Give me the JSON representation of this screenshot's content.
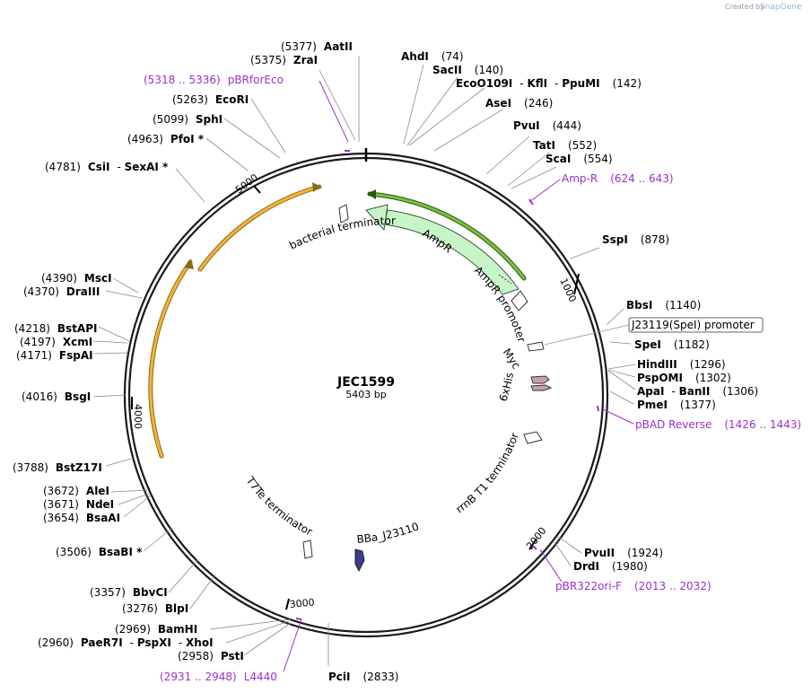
{
  "credit": "Created by",
  "credit_brand": "SnapGene",
  "plasmid": {
    "name": "JEC1599",
    "length_label": "5403 bp",
    "length": 5403
  },
  "colors": {
    "amp_fill": "#c8f5c8",
    "orange_arrow": "#f2b437",
    "green_arrow": "#3f8a14",
    "primer": "#9b30d0",
    "myc": "#c9a0aa",
    "promoter_dark": "#3c3c90"
  },
  "ticks": [
    {
      "label": "1000"
    },
    {
      "label": "2000"
    },
    {
      "label": "3000"
    },
    {
      "label": "4000"
    },
    {
      "label": "5000"
    }
  ],
  "sites": [
    {
      "name": "AatII",
      "pos": "(5377)"
    },
    {
      "name": "ZraI",
      "pos": "(5375)"
    },
    {
      "name": "AhdI",
      "pos": "(74)"
    },
    {
      "name": "SacII",
      "pos": "(140)"
    },
    {
      "name": "EcoO109I",
      "pos": "(142)",
      "extra": [
        "KflI",
        "PpuMI"
      ]
    },
    {
      "name": "AseI",
      "pos": "(246)"
    },
    {
      "name": "PvuI",
      "pos": "(444)"
    },
    {
      "name": "TatI",
      "pos": "(552)"
    },
    {
      "name": "ScaI",
      "pos": "(554)"
    },
    {
      "name": "SspI",
      "pos": "(878)"
    },
    {
      "name": "BbsI",
      "pos": "(1140)"
    },
    {
      "name": "SpeI",
      "pos": "(1182)"
    },
    {
      "name": "HindIII",
      "pos": "(1296)"
    },
    {
      "name": "PspOMI",
      "pos": "(1302)"
    },
    {
      "name": "ApaI",
      "pos": "(1306)",
      "extra": [
        "BanII"
      ]
    },
    {
      "name": "PmeI",
      "pos": "(1377)"
    },
    {
      "name": "PvuII",
      "pos": "(1924)"
    },
    {
      "name": "DrdI",
      "pos": "(1980)"
    },
    {
      "name": "PciI",
      "pos": "(2833)"
    },
    {
      "name": "PstI",
      "pos": "(2958)"
    },
    {
      "name": "PaeR7I",
      "pos": "(2960)",
      "extra": [
        "PspXI",
        "XhoI"
      ]
    },
    {
      "name": "BamHI",
      "pos": "(2969)"
    },
    {
      "name": "BlpI",
      "pos": "(3276)"
    },
    {
      "name": "BbvCI",
      "pos": "(3357)"
    },
    {
      "name": "BsaBI *",
      "pos": "(3506)"
    },
    {
      "name": "BsaAI",
      "pos": "(3654)"
    },
    {
      "name": "NdeI",
      "pos": "(3671)"
    },
    {
      "name": "AleI",
      "pos": "(3672)"
    },
    {
      "name": "BstZ17I",
      "pos": "(3788)"
    },
    {
      "name": "BsgI",
      "pos": "(4016)"
    },
    {
      "name": "FspAI",
      "pos": "(4171)"
    },
    {
      "name": "XcmI",
      "pos": "(4197)"
    },
    {
      "name": "BstAPI",
      "pos": "(4218)"
    },
    {
      "name": "DraIII",
      "pos": "(4370)"
    },
    {
      "name": "MscI",
      "pos": "(4390)"
    },
    {
      "name": "CsiI",
      "pos": "(4781)",
      "extra": [
        "SexAI *"
      ]
    },
    {
      "name": "PfoI *",
      "pos": "(4963)"
    },
    {
      "name": "SphI",
      "pos": "(5099)"
    },
    {
      "name": "EcoRI",
      "pos": "(5263)"
    }
  ],
  "primers": [
    {
      "name": "pBRforEco",
      "range": "(5318 .. 5336)"
    },
    {
      "name": "Amp-R",
      "range": "(624 .. 643)"
    },
    {
      "name": "pBAD Reverse",
      "range": "(1426 .. 1443)"
    },
    {
      "name": "pBR322ori-F",
      "range": "(2013 .. 2032)"
    },
    {
      "name": "L4440",
      "range": "(2931 .. 2948)"
    }
  ],
  "features": [
    {
      "name": "bacterial terminator"
    },
    {
      "name": "AmpR"
    },
    {
      "name": "AmpR promoter"
    },
    {
      "name": "J23119(SpeI) promoter"
    },
    {
      "name": "Myc"
    },
    {
      "name": "6xHis"
    },
    {
      "name": "rrnB T1 terminator"
    },
    {
      "name": "BBa_J23110"
    },
    {
      "name": "T7Te terminator"
    }
  ]
}
